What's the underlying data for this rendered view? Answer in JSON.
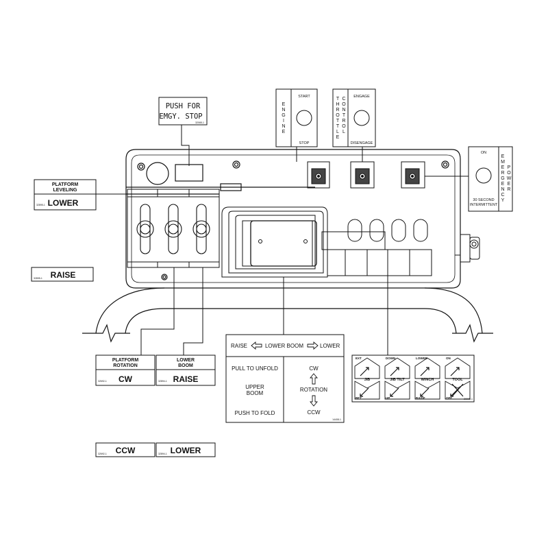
{
  "emergency_stop_label": {
    "line1": "PUSH FOR",
    "line2": "EMGY. STOP",
    "code": "32065-1"
  },
  "engine_panel": {
    "side_label": [
      "E",
      "N",
      "G",
      "I",
      "N",
      "E"
    ],
    "start": "START",
    "stop": "STOP"
  },
  "throttle_panel": {
    "side_label_1": [
      "T",
      "H",
      "R",
      "O",
      "T",
      "T",
      "L",
      "E"
    ],
    "side_label_2": [
      "C",
      "O",
      "N",
      "T",
      "R",
      "O",
      "L"
    ],
    "engage": "ENGAGE",
    "disengage": "DISENGAGE"
  },
  "emergency_power_panel": {
    "on": "ON",
    "side_label_1": [
      "E",
      "M",
      "E",
      "R",
      "G",
      "E",
      "N",
      "C",
      "Y"
    ],
    "side_label_2": [
      "P",
      "O",
      "W",
      "E",
      "R"
    ],
    "note_line1": "30 SECOND",
    "note_line2": "INTERMITTENT"
  },
  "platform_leveling": {
    "title_line1": "PLATFORM",
    "title_line2": "LEVELING",
    "code": "32895-1",
    "value": "LOWER"
  },
  "raise_label": {
    "code": "32895-1",
    "value": "RAISE"
  },
  "platform_rotation": {
    "title_line1": "PLATFORM",
    "title_line2": "ROTATION",
    "code": "32692-1",
    "value": "CW"
  },
  "lower_boom": {
    "title_line1": "LOWER",
    "title_line2": "BOOM",
    "code": "32894-1",
    "value": "RAISE"
  },
  "ccw_label": {
    "code": "32692-1",
    "value": "CCW"
  },
  "lower_label": {
    "code": "32894-1",
    "value": "LOWER"
  },
  "upper_boom_decal": {
    "raise": "RAISE",
    "lower_boom": "LOWER BOOM",
    "lower": "LOWER",
    "pull_to_unfold": "PULL TO UNFOLD",
    "upper_line1": "UPPER",
    "upper_line2": "BOOM",
    "push_to_fold": "PUSH TO FOLD",
    "cw": "CW",
    "rotation": "ROTATION",
    "ccw": "CCW",
    "code": "14408-1"
  },
  "function_decal": {
    "code": "29909-1",
    "cells": [
      {
        "top": "EXT",
        "name": "JIB",
        "bottom": "RET"
      },
      {
        "top": "DOWN",
        "name": "JIB TILT",
        "bottom": "UP"
      },
      {
        "top": "LOWER",
        "name": "WINCH",
        "bottom": "RAISE"
      },
      {
        "top": "ON",
        "name": "TOOL",
        "bottom": "OFF"
      }
    ]
  }
}
